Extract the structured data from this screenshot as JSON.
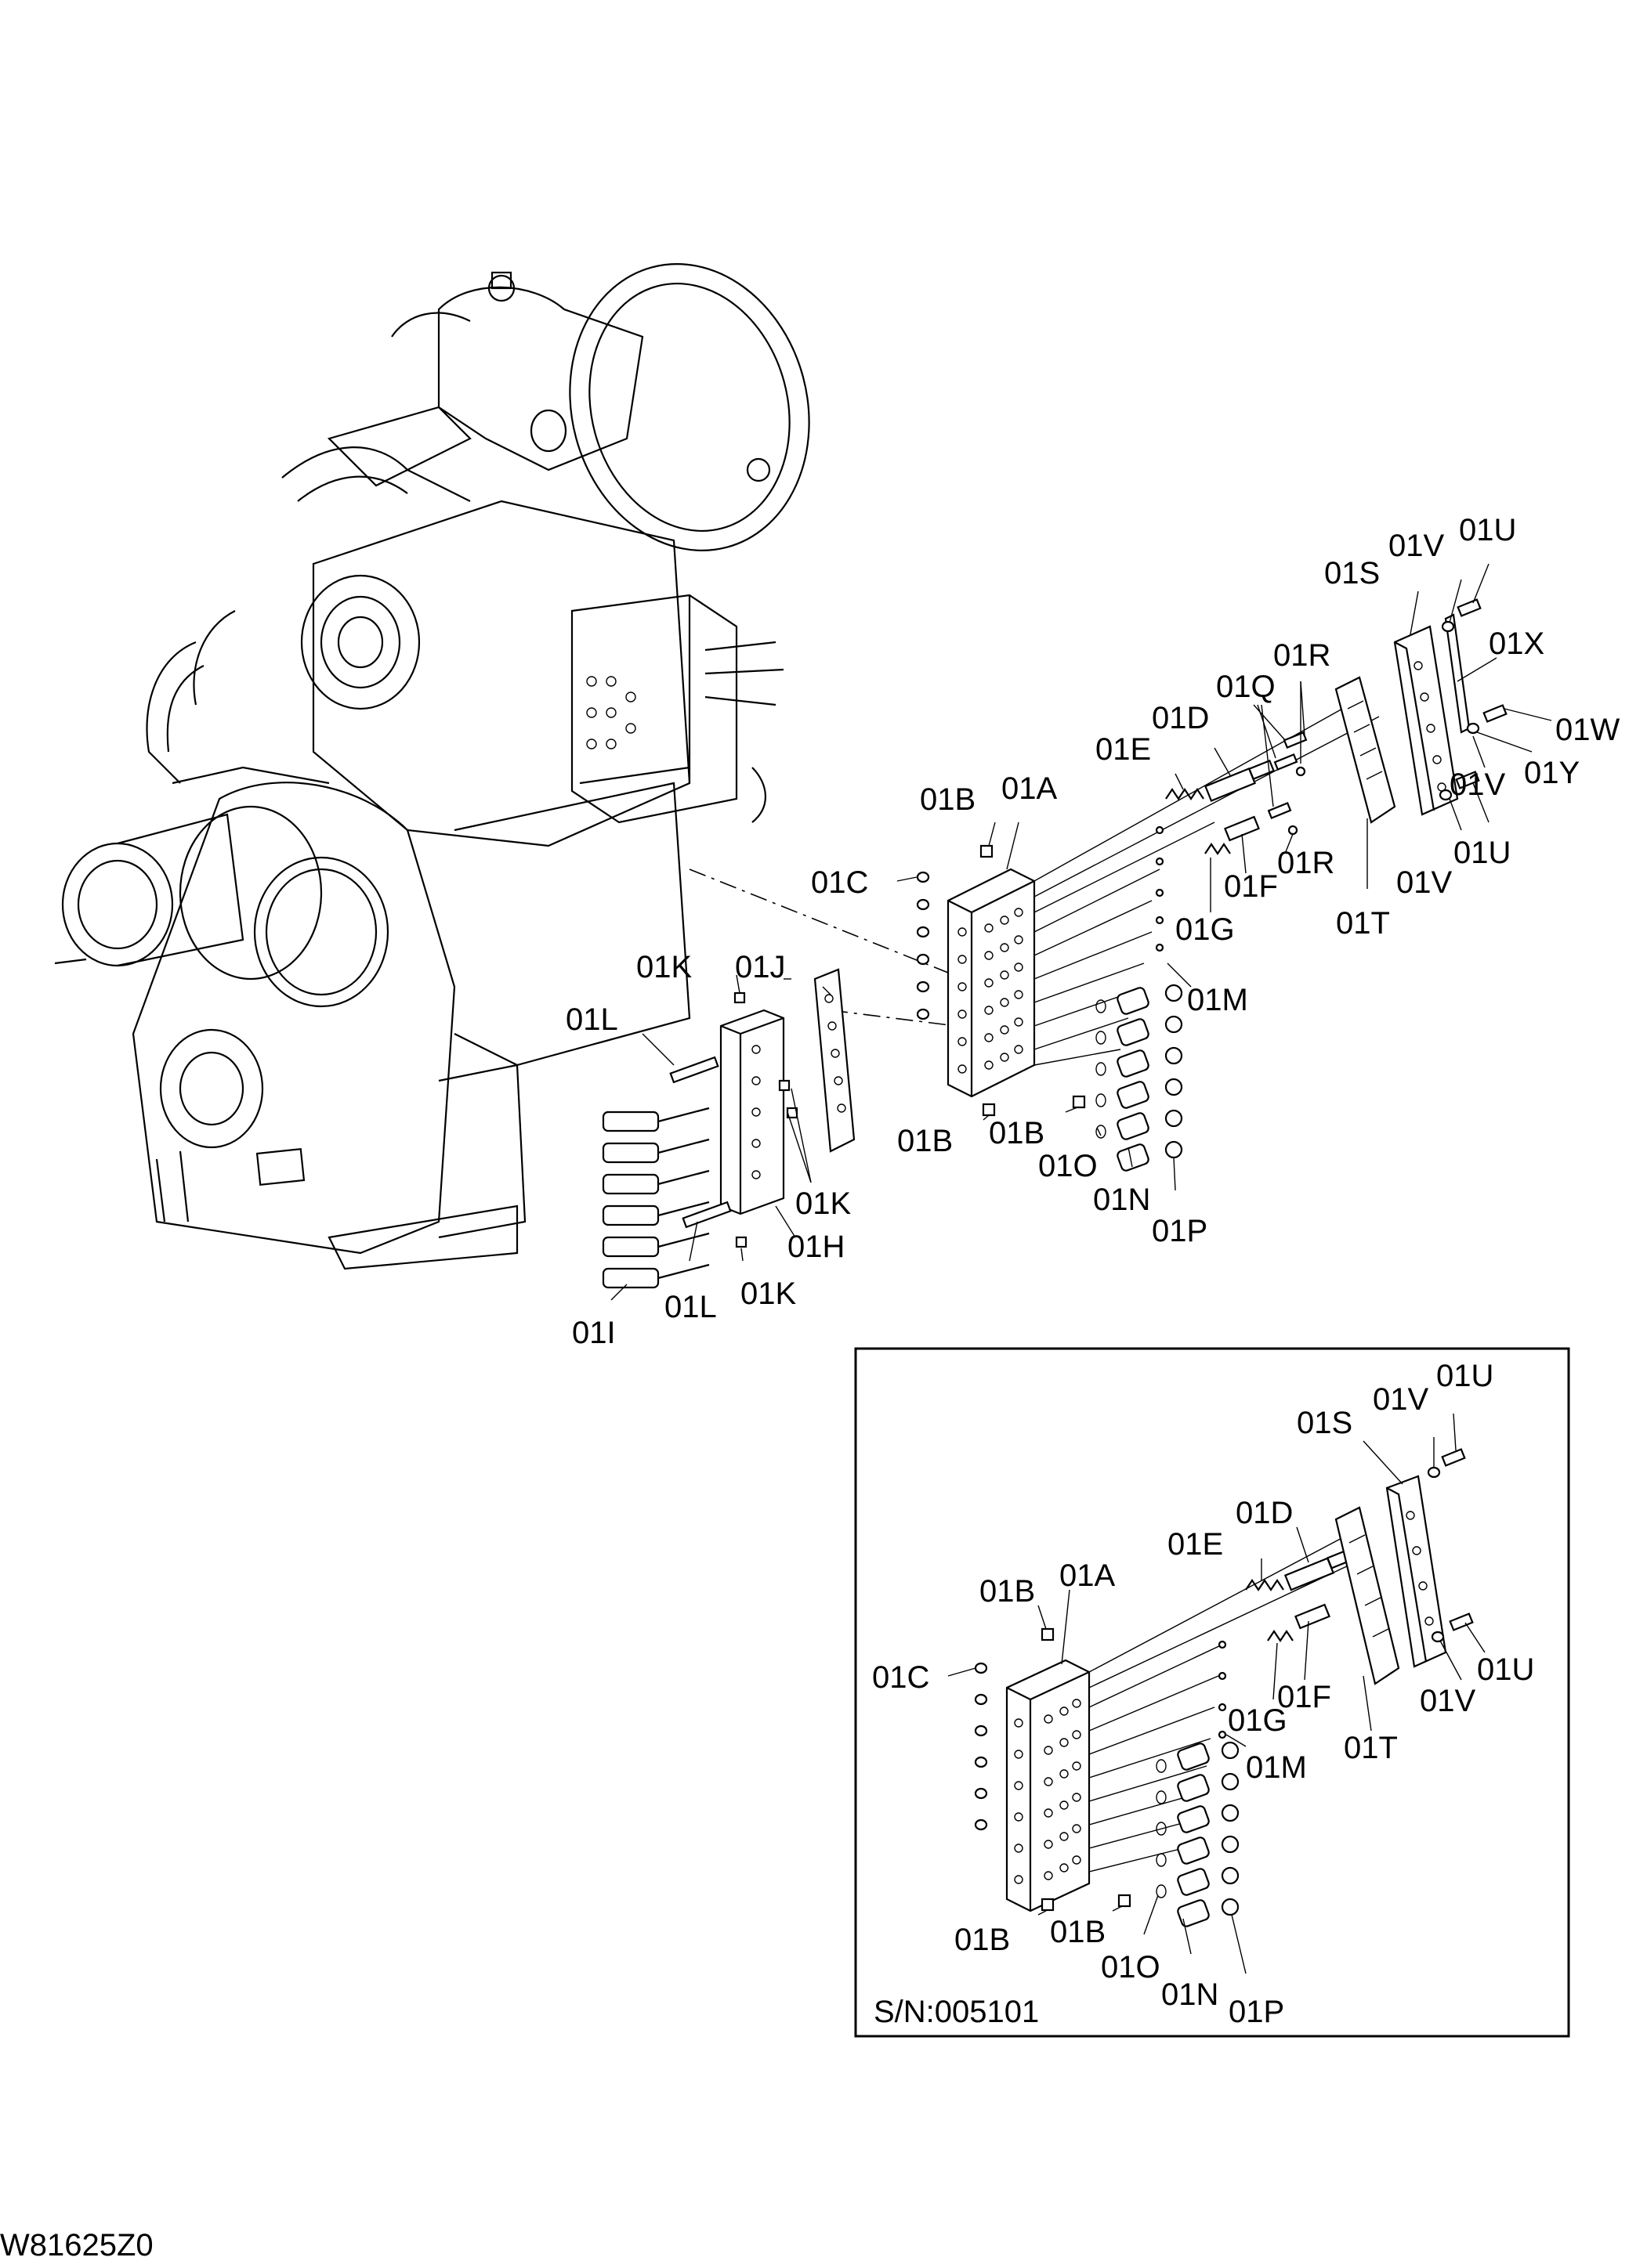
{
  "drawing_id": "W81625Z0",
  "inset": {
    "serial_note": "S/N:005101"
  },
  "main_labels": {
    "01A": "01A",
    "01B": "01B",
    "01C": "01C",
    "01D": "01D",
    "01E": "01E",
    "01F": "01F",
    "01G": "01G",
    "01H": "01H",
    "01I": "01I",
    "01J": "01J",
    "01K": "01K",
    "01L": "01L",
    "01M": "01M",
    "01N": "01N",
    "01O": "01O",
    "01P": "01P",
    "01Q": "01Q",
    "01R": "01R",
    "01S": "01S",
    "01T": "01T",
    "01U": "01U",
    "01V": "01V",
    "01W": "01W",
    "01X": "01X",
    "01Y": "01Y"
  }
}
